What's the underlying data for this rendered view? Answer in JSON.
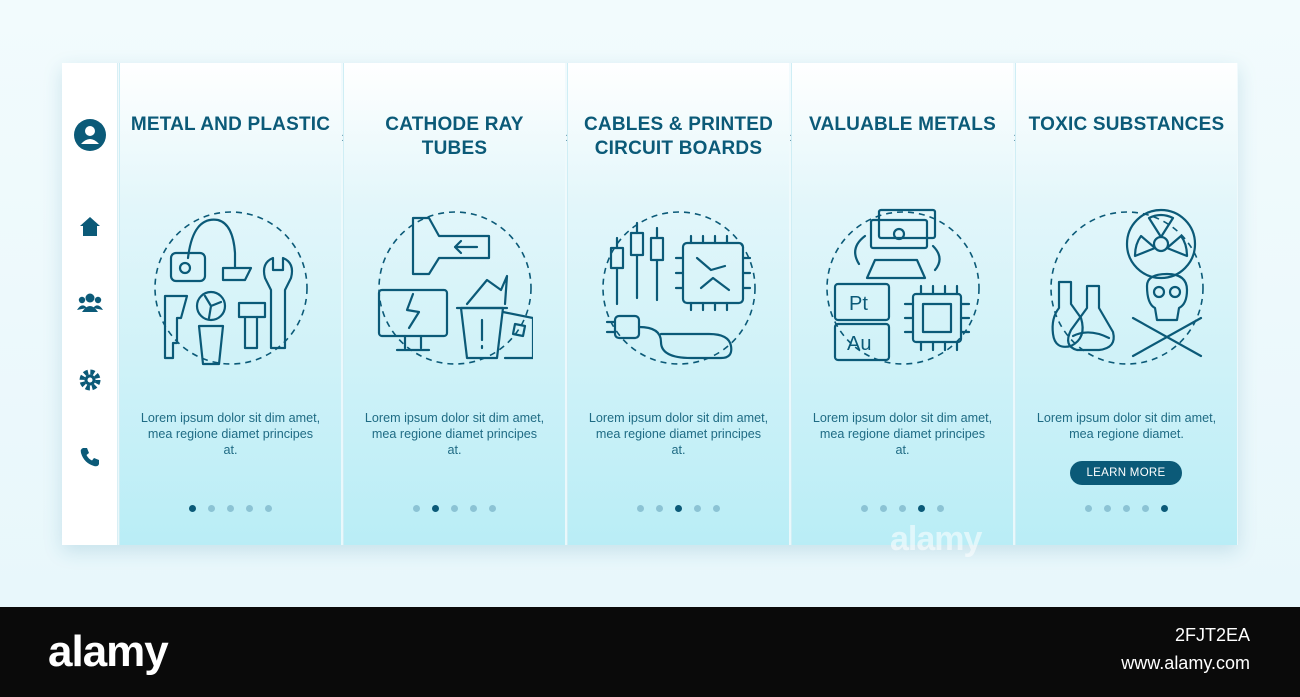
{
  "sidebar": {
    "icons": [
      "user-icon",
      "home-icon",
      "group-icon",
      "gear-icon",
      "phone-icon"
    ]
  },
  "panels": [
    {
      "title": "METAL AND PLASTIC",
      "description": "Lorem ipsum dolor sit dim amet, mea regione diamet principes at.",
      "active_dot": 1,
      "icon": "vacuum-wrench-icon"
    },
    {
      "title": "CATHODE RAY TUBES",
      "description": "Lorem ipsum dolor sit dim amet, mea regione diamet principes at.",
      "active_dot": 2,
      "icon": "crt-monitor-icon"
    },
    {
      "title": "CABLES & PRINTED CIRCUIT BOARDS",
      "description": "Lorem ipsum dolor sit dim amet, mea regione diamet principes at.",
      "active_dot": 3,
      "icon": "cables-circuit-icon"
    },
    {
      "title": "VALUABLE METALS",
      "description": "Lorem ipsum dolor sit dim amet, mea regione diamet principes at.",
      "active_dot": 4,
      "icon": "precious-metals-icon"
    },
    {
      "title": "TOXIC SUBSTANCES",
      "description": "Lorem ipsum dolor sit dim amet, mea regione diamet.",
      "active_dot": 5,
      "icon": "toxic-skull-icon",
      "button": "LEARN MORE"
    }
  ],
  "footer": {
    "brand": "alamy",
    "image_id": "2FJT2EA",
    "site_url": "www.alamy.com"
  },
  "watermark": "alamy",
  "colors": {
    "accent": "#0b5a78",
    "panel_bottom": "#b9edf6",
    "dot_inactive": "#8cc3d4"
  }
}
